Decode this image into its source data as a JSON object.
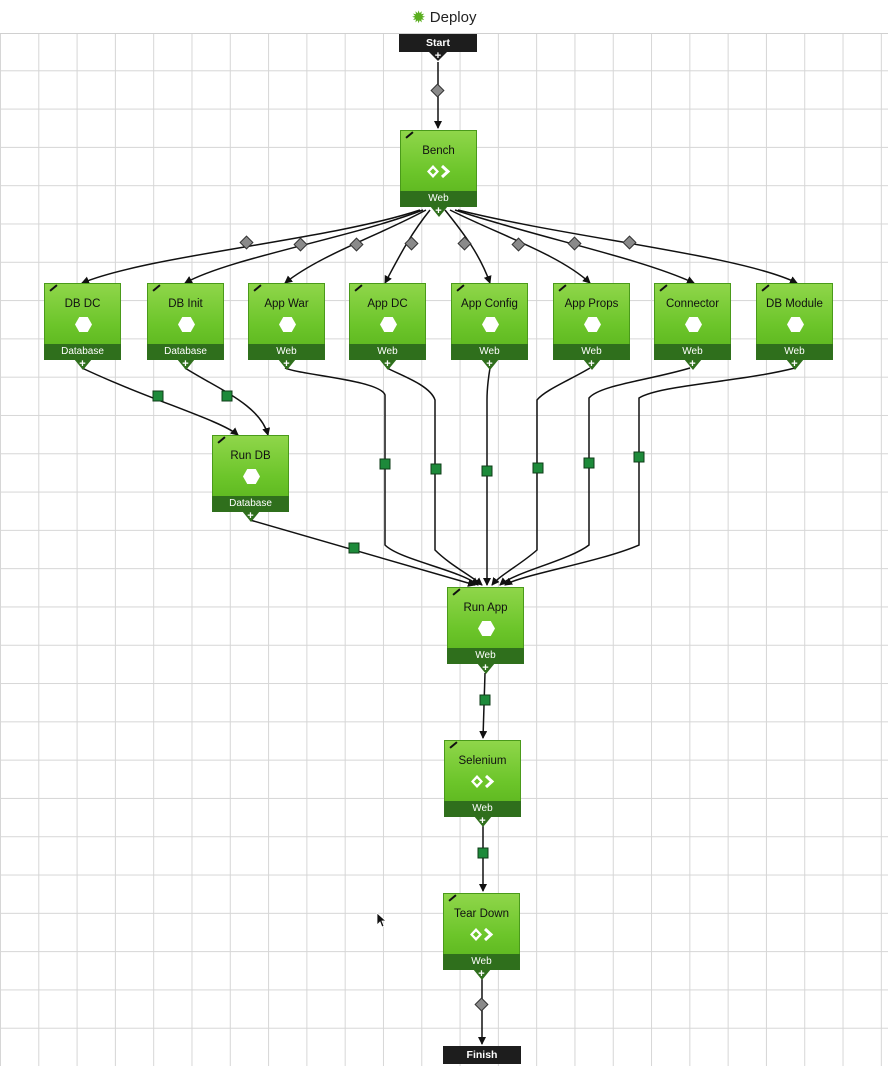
{
  "header": {
    "title": "Deploy",
    "icon": "gear-icon"
  },
  "colors": {
    "node_green": "#6cc52a",
    "footer_green": "#2f6f1c",
    "edge": "#111111",
    "square_marker": "#1d8a3a",
    "diamond_marker": "#8a8a8a"
  },
  "start": {
    "label": "Start",
    "add_symbol": "+"
  },
  "finish": {
    "label": "Finish"
  },
  "nodes": [
    {
      "id": "bench",
      "name": "Bench",
      "env": "Web",
      "icon": "diamond-arrows-icon",
      "add_symbol": "+"
    },
    {
      "id": "db-dc",
      "name": "DB DC",
      "env": "Database",
      "icon": "hexagon-icon",
      "add_symbol": "+"
    },
    {
      "id": "db-init",
      "name": "DB Init",
      "env": "Database",
      "icon": "hexagon-icon",
      "add_symbol": "+"
    },
    {
      "id": "app-war",
      "name": "App War",
      "env": "Web",
      "icon": "hexagon-icon",
      "add_symbol": "+"
    },
    {
      "id": "app-dc",
      "name": "App DC",
      "env": "Web",
      "icon": "hexagon-icon",
      "add_symbol": "+"
    },
    {
      "id": "app-config",
      "name": "App Config",
      "env": "Web",
      "icon": "hexagon-icon",
      "add_symbol": "+"
    },
    {
      "id": "app-props",
      "name": "App Props",
      "env": "Web",
      "icon": "hexagon-icon",
      "add_symbol": "+"
    },
    {
      "id": "connector",
      "name": "Connector",
      "env": "Web",
      "icon": "hexagon-icon",
      "add_symbol": "+"
    },
    {
      "id": "db-module",
      "name": "DB Module",
      "env": "Web",
      "icon": "hexagon-icon",
      "add_symbol": "+"
    },
    {
      "id": "run-db",
      "name": "Run DB",
      "env": "Database",
      "icon": "hexagon-icon",
      "add_symbol": "+"
    },
    {
      "id": "run-app",
      "name": "Run App",
      "env": "Web",
      "icon": "hexagon-icon",
      "add_symbol": "+"
    },
    {
      "id": "selenium",
      "name": "Selenium",
      "env": "Web",
      "icon": "diamond-arrows-icon",
      "add_symbol": "+"
    },
    {
      "id": "tear-down",
      "name": "Tear Down",
      "env": "Web",
      "icon": "diamond-arrows-icon",
      "add_symbol": "+"
    }
  ]
}
